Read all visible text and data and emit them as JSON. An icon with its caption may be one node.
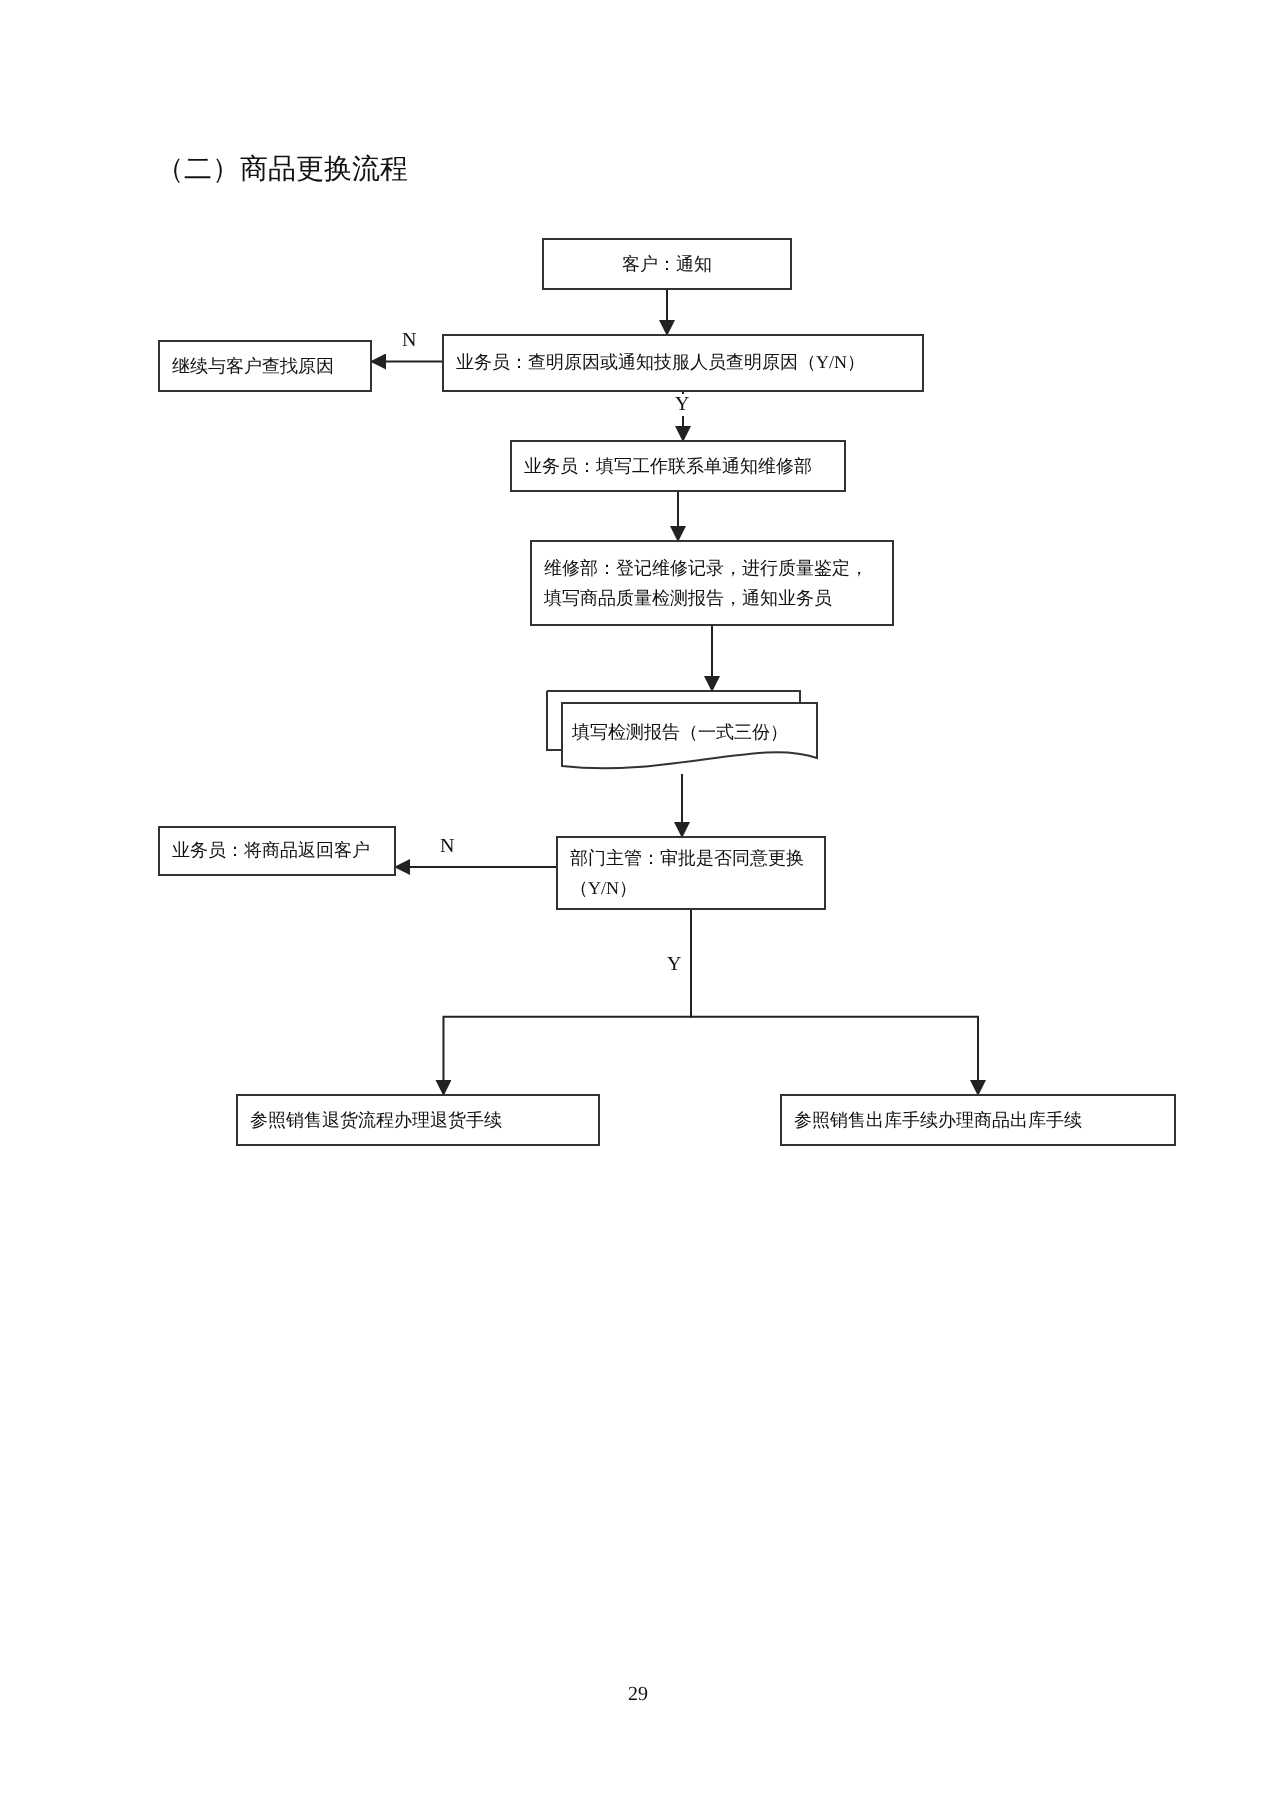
{
  "diagram": {
    "title": "（二）商品更换流程",
    "nodes": [
      {
        "text": [
          "客户：通知"
        ]
      },
      {
        "text": [
          "业务员：查明原因或通知技服人员查明原因（Y/N）"
        ]
      },
      {
        "text": [
          "继续与客户查找原因"
        ]
      },
      {
        "text": [
          "业务员：填写工作联系单通知维修部"
        ]
      },
      {
        "text": [
          "维修部：登记维修记录，进行质量鉴定，填写商品质量检测报告，通知业务员"
        ]
      },
      {
        "text": [
          "填写检测报告（一式三份）"
        ]
      },
      {
        "text": [
          "部门主管：审批是否同意更换（Y/N）"
        ]
      },
      {
        "text": [
          "业务员：将商品返回客户"
        ]
      },
      {
        "text": [
          "参照销售退货流程办理退货手续"
        ]
      },
      {
        "text": [
          "参照销售出库手续办理商品出库手续"
        ]
      }
    ],
    "edges": [
      {
        "from": 0,
        "to": 1,
        "arrow": "to"
      },
      {
        "from": 1,
        "to": 2,
        "arrow": "to",
        "label": "N"
      },
      {
        "from": 1,
        "to": 3,
        "arrow": "to",
        "label": "Y"
      },
      {
        "from": 3,
        "to": 4,
        "arrow": "to"
      },
      {
        "from": 4,
        "to": 5,
        "arrow": "to"
      },
      {
        "from": 5,
        "to": 6,
        "arrow": "to"
      },
      {
        "from": 6,
        "to": 7,
        "arrow": "to",
        "label": "N"
      },
      {
        "from": 6,
        "to": 8,
        "arrow": "to",
        "label": "Y"
      },
      {
        "from": 6,
        "to": 9,
        "arrow": "to"
      }
    ],
    "labels": [
      "29"
    ]
  }
}
